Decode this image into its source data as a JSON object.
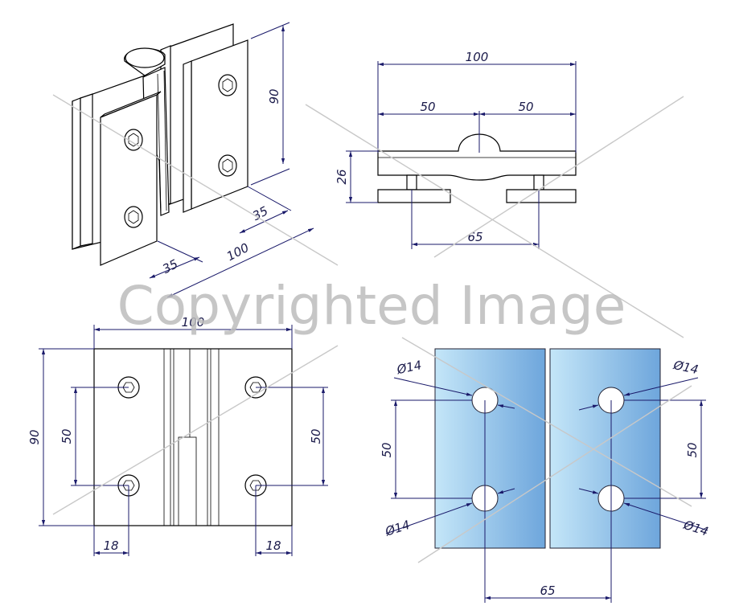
{
  "watermark": "Copyrighted Image",
  "iso_view": {
    "dim_height": "90",
    "dim_depth_left": "35",
    "dim_depth_right": "35",
    "dim_width": "100"
  },
  "top_view": {
    "dim_total": "100",
    "dim_half_left": "50",
    "dim_half_right": "50",
    "dim_thickness": "26",
    "dim_center": "65"
  },
  "front_view": {
    "dim_width": "100",
    "dim_height": "90",
    "dim_hole_left": "50",
    "dim_hole_right": "50",
    "dim_edge_left": "18",
    "dim_edge_right": "18"
  },
  "glass_view": {
    "hole_tl": "Ø14",
    "hole_tr": "Ø14",
    "hole_bl": "Ø14",
    "hole_br": "Ø14",
    "dim_hole_left": "50",
    "dim_hole_right": "50",
    "dim_center": "65"
  },
  "colors": {
    "glass_light": "#bfe3f7",
    "glass_dark": "#6fa8dd",
    "dimension": "#1a1a6a"
  }
}
